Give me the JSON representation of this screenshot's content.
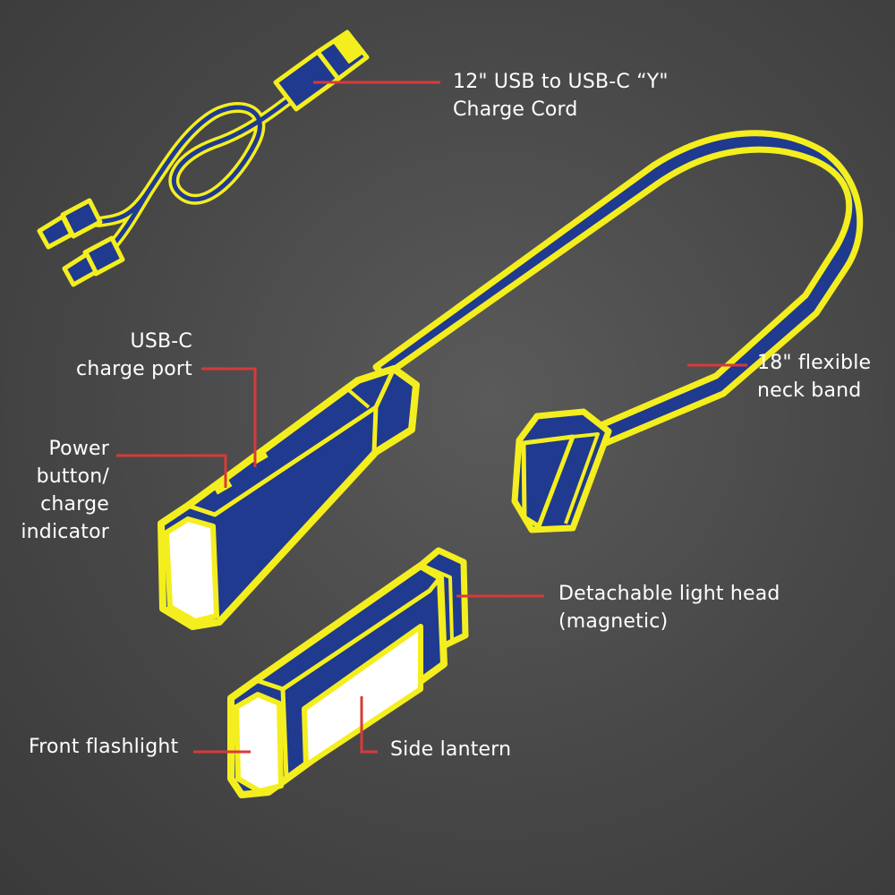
{
  "colors": {
    "background": "#474747",
    "body_fill": "#1f3a8f",
    "outline": "#f4ee1f",
    "leader_line": "#d83a3a",
    "lens": "#ffffff",
    "label_text": "#ffffff"
  },
  "labels": {
    "cord": {
      "line1": "12\" USB to USB-C “Y\"",
      "line2": "Charge Cord"
    },
    "port": {
      "line1": "USB-C",
      "line2": "charge port"
    },
    "power": {
      "line1": "Power",
      "line2": "button/",
      "line3": "charge",
      "line4": "indicator"
    },
    "band": {
      "line1": "18\" flexible",
      "line2": "neck band"
    },
    "head": {
      "line1": "Detachable light head",
      "line2": "(magnetic)"
    },
    "front": {
      "line1": "Front flashlight"
    },
    "lantern": {
      "line1": "Side lantern"
    }
  }
}
